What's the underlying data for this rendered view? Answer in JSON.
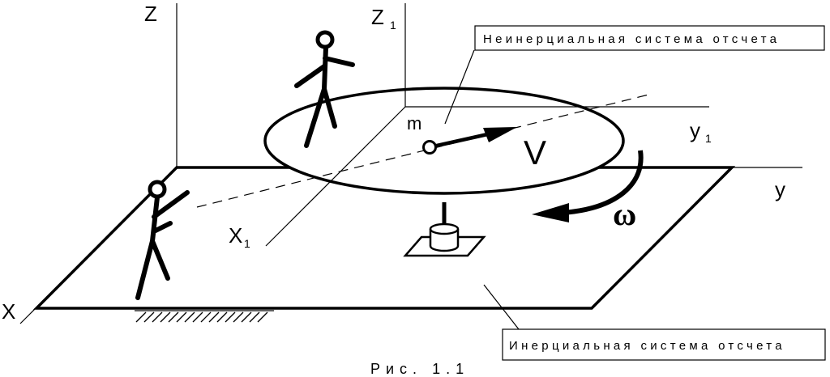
{
  "labels": {
    "z": "Z",
    "z1": "Z",
    "z1_sub": "1",
    "y": "y",
    "y1": "y",
    "y1_sub": "1",
    "x": "X",
    "x1": "X",
    "x1_sub": "1",
    "mass": "m",
    "velocity": "V",
    "angular_velocity": "ω"
  },
  "callouts": {
    "noninertial": "Неинерциальная система отсчета",
    "inertial": "Инерциальная система отсчета"
  },
  "caption": "Рис. 1.1",
  "colors": {
    "ink": "#000000",
    "background": "#ffffff"
  }
}
